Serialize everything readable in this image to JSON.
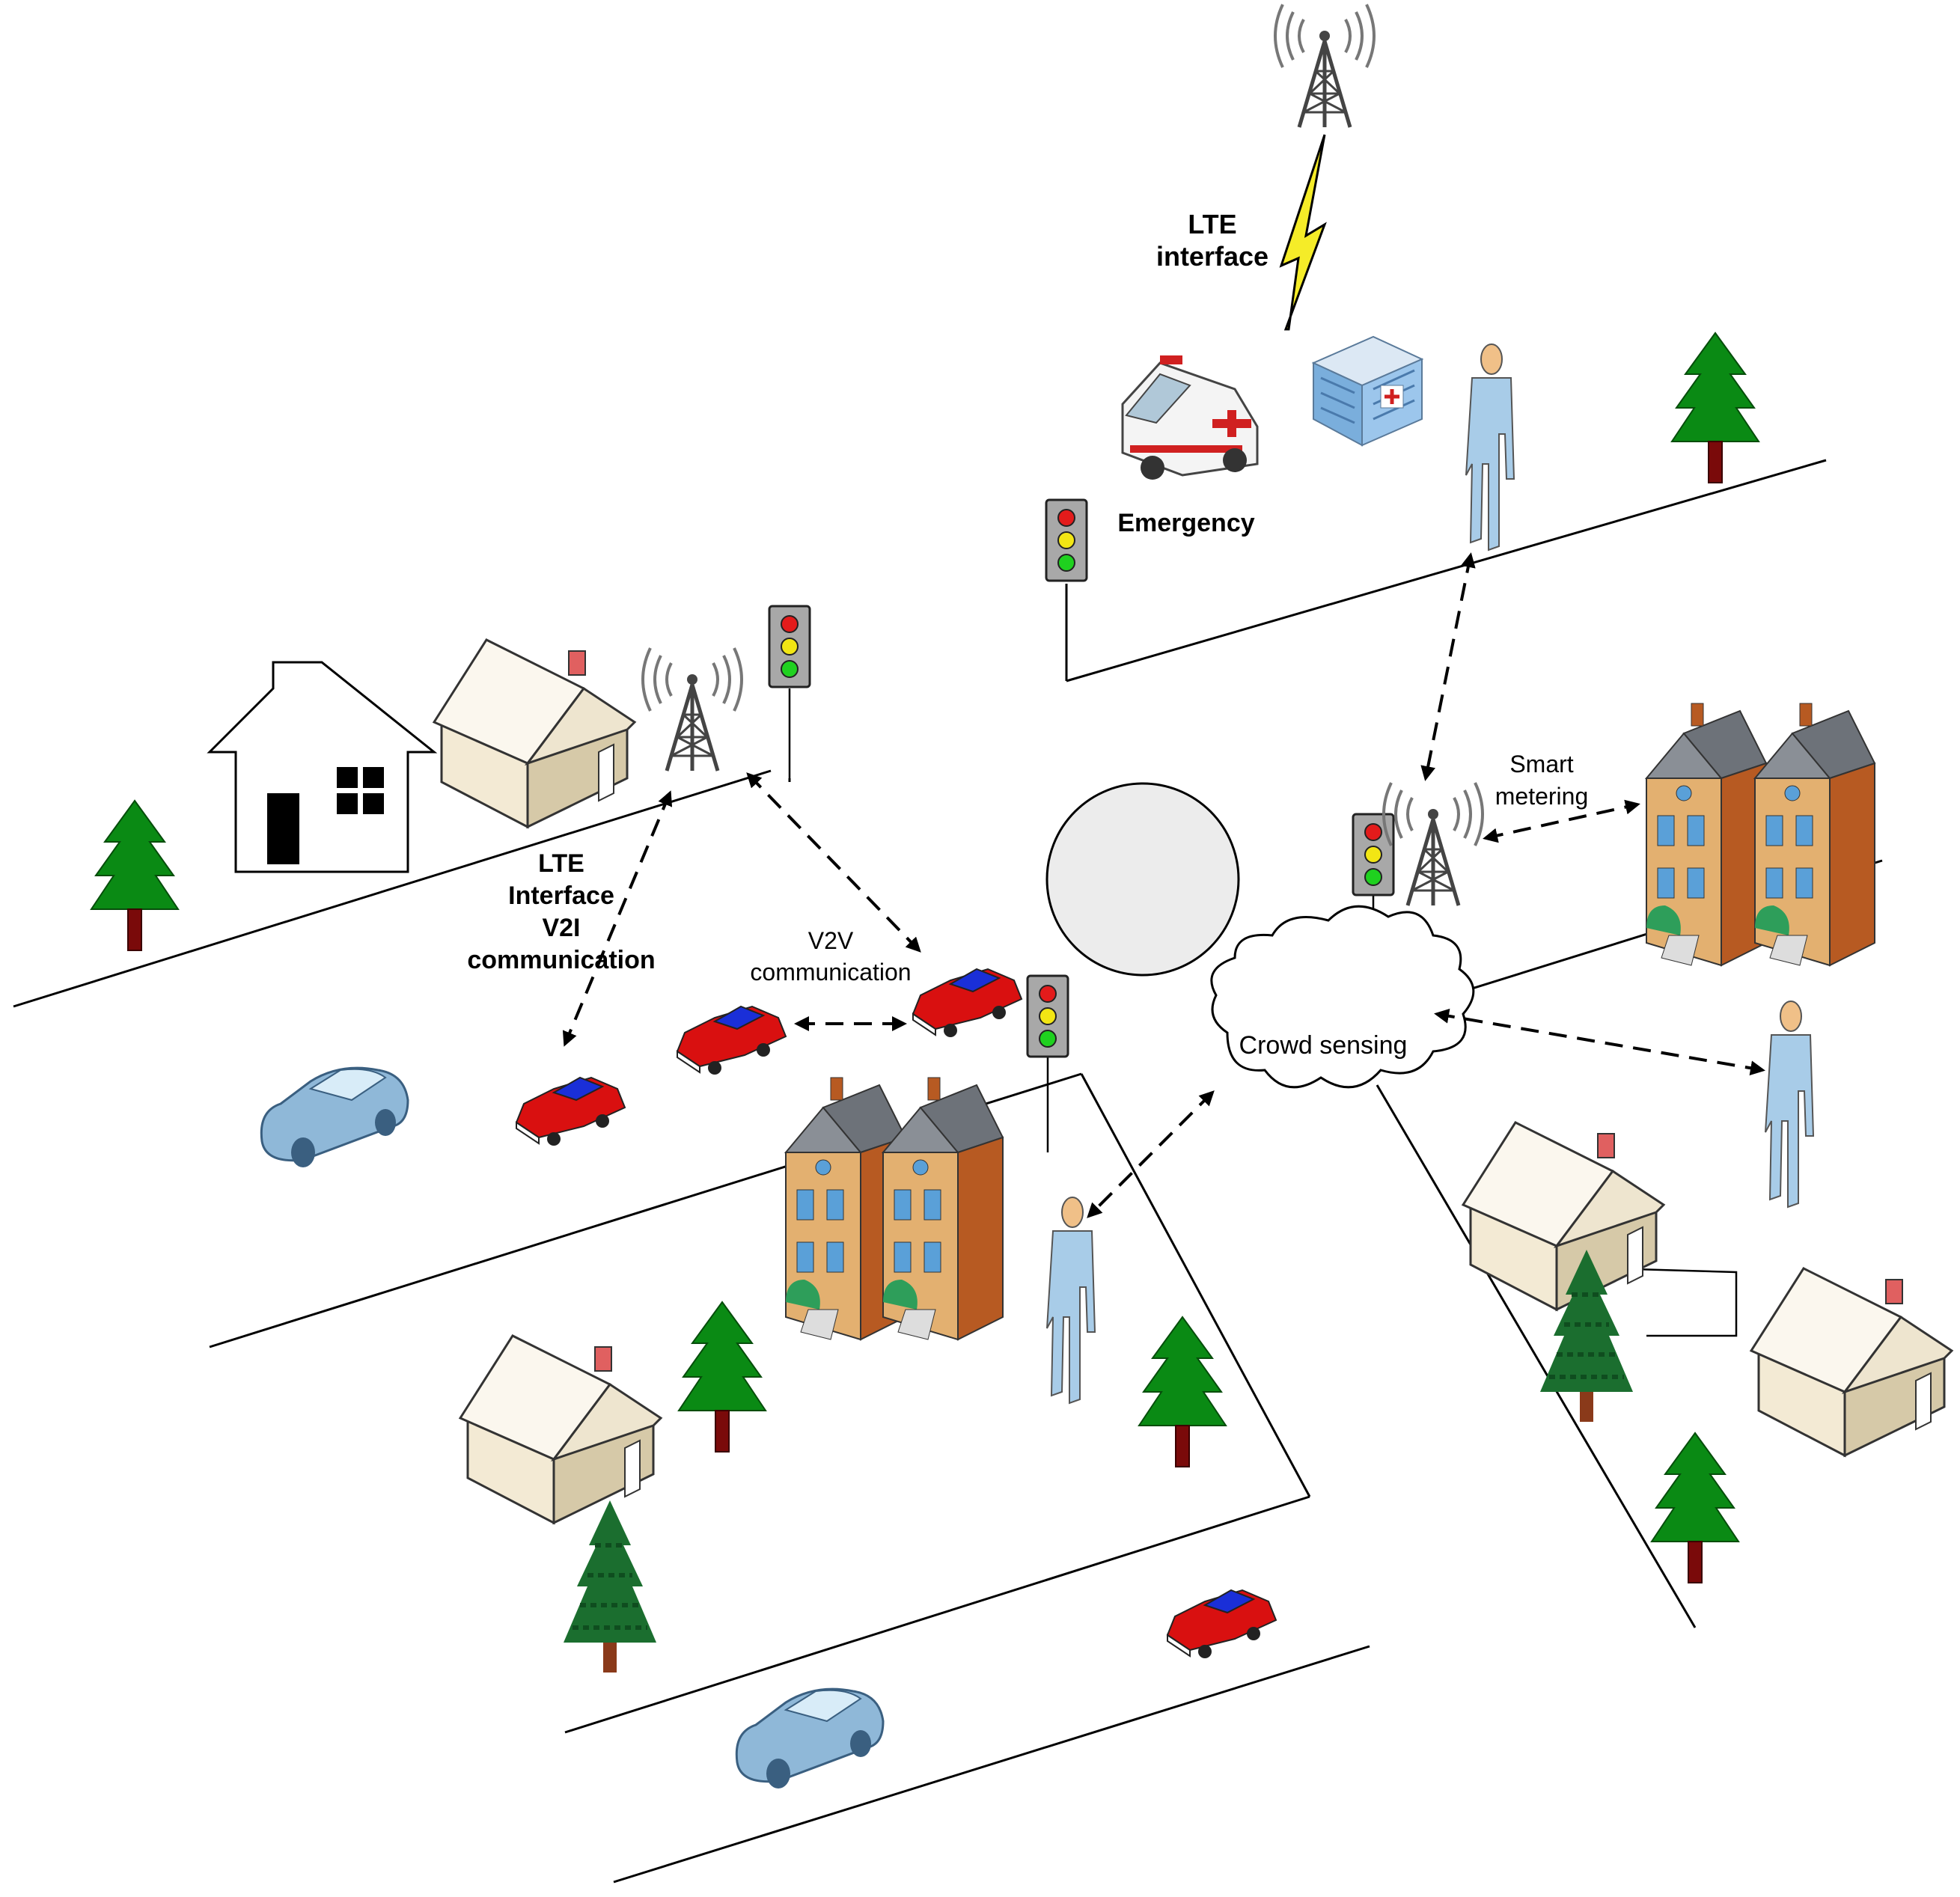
{
  "labels": {
    "lte_interface_top": [
      "LTE",
      "interface"
    ],
    "emergency": "Emergency",
    "lte_v2i": [
      "LTE",
      "Interface",
      "V2I",
      "communication"
    ],
    "v2v": [
      "V2V",
      "communication"
    ],
    "smart_metering": [
      "Smart",
      "metering"
    ],
    "crowd_sensing": "Crowd sensing"
  },
  "colors": {
    "traffic_red": "#e31b1b",
    "traffic_yellow": "#f2e614",
    "traffic_green": "#1fd11f",
    "car_red": "#d91010",
    "car_blue_window": "#1a2fd8",
    "sedan_blue": "#8fb8d8",
    "tree_green": "#0a8a14",
    "trunk": "#7a0a0a",
    "roundabout_fill": "#ececec",
    "lightning": "#f5ec28",
    "house_wall": "#f3ead4",
    "townhouse_brick": "#b75a22",
    "townhouse_roof": "#8a8f96",
    "person_blue": "#a8cce8"
  },
  "icons": [
    "cell-tower-icon",
    "lightning-icon",
    "ambulance-icon",
    "hospital-icon",
    "person-icon",
    "tree-icon",
    "pine-tree-icon",
    "traffic-light-icon",
    "house-icon",
    "house-outline-icon",
    "townhouse-icon",
    "red-car-icon",
    "blue-sedan-icon",
    "cloud-icon",
    "roundabout-icon"
  ]
}
